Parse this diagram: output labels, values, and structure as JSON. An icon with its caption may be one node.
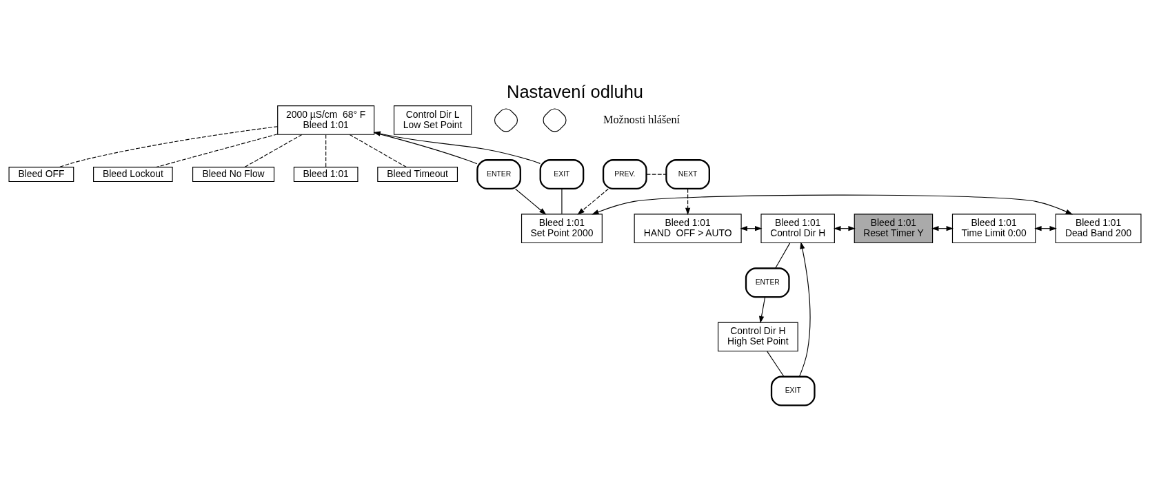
{
  "diagram": {
    "title": "Nastavení odluhu",
    "nodes": [
      {
        "text": [
          "2000 µS/cm  68° F",
          "Bleed 1:01"
        ]
      },
      {
        "text": [
          "Bleed OFF"
        ]
      },
      {
        "text": [
          "Bleed Lockout"
        ]
      },
      {
        "text": [
          "Bleed No Flow"
        ]
      },
      {
        "text": [
          "Bleed 1:01"
        ]
      },
      {
        "text": [
          "Bleed Timeout"
        ]
      },
      {
        "text": [
          "EXIT"
        ]
      },
      {
        "text": [
          "ENTER"
        ]
      },
      {
        "text": [
          "PREV."
        ]
      },
      {
        "text": [
          "NEXT"
        ]
      },
      {
        "text": [
          "Bleed 1:01",
          "Set Point 2000"
        ]
      },
      {
        "text": [
          "Bleed 1:01",
          "Dead Band 200"
        ]
      },
      {
        "text": [
          "Bleed 1:01",
          "Time Limit 0:00"
        ]
      },
      {
        "text": [
          "Bleed 1:01",
          "Reset Timer Y"
        ]
      },
      {
        "text": [
          "Bleed 1:01",
          "Control Dir H"
        ]
      },
      {
        "text": [
          "Bleed 1:01",
          "HAND  OFF > AUTO"
        ]
      },
      {
        "text": [
          "EXIT"
        ]
      },
      {
        "text": [
          "ENTER"
        ]
      },
      {
        "text": [
          "Control Dir H",
          "High Set Point"
        ]
      },
      {
        "text": [
          "Control Dir L",
          "Low Set Point"
        ]
      },
      {
        "text": [],
        "shape": "diamond"
      },
      {
        "text": [],
        "shape": "diamond"
      }
    ],
    "edges": [
      {
        "from": 10,
        "to": 6,
        "arrow": "none"
      },
      {
        "from": 6,
        "to": 0,
        "arrow": "to"
      },
      {
        "from": 0,
        "to": 7,
        "arrow": "none"
      },
      {
        "from": 7,
        "to": 10,
        "arrow": "to"
      },
      {
        "from": 0,
        "to": 1,
        "arrow": "none",
        "style": "dashed"
      },
      {
        "from": 0,
        "to": 2,
        "arrow": "none",
        "style": "dashed"
      },
      {
        "from": 0,
        "to": 3,
        "arrow": "none",
        "style": "dashed"
      },
      {
        "from": 0,
        "to": 4,
        "arrow": "none",
        "style": "dashed"
      },
      {
        "from": 0,
        "to": 5,
        "arrow": "none",
        "style": "dashed"
      },
      {
        "from": 9,
        "to": 15,
        "arrow": "to",
        "style": "dashed"
      },
      {
        "from": 8,
        "to": 9,
        "arrow": "none",
        "style": "dashed"
      },
      {
        "from": 8,
        "to": 10,
        "arrow": "to",
        "style": "dashed"
      },
      {
        "from": 10,
        "to": 11,
        "arrow": "both"
      },
      {
        "from": 11,
        "to": 12,
        "arrow": "both"
      },
      {
        "from": 12,
        "to": 13,
        "arrow": "both"
      },
      {
        "from": 13,
        "to": 14,
        "arrow": "both"
      },
      {
        "from": 14,
        "to": 15,
        "arrow": "both"
      },
      {
        "from": 18,
        "to": 16,
        "arrow": "none"
      },
      {
        "from": 16,
        "to": 14,
        "arrow": "to"
      },
      {
        "from": 14,
        "to": 17,
        "arrow": "none"
      },
      {
        "from": 17,
        "to": 18,
        "arrow": "to"
      }
    ],
    "labels": [
      "Možnosti hlášení"
    ]
  }
}
